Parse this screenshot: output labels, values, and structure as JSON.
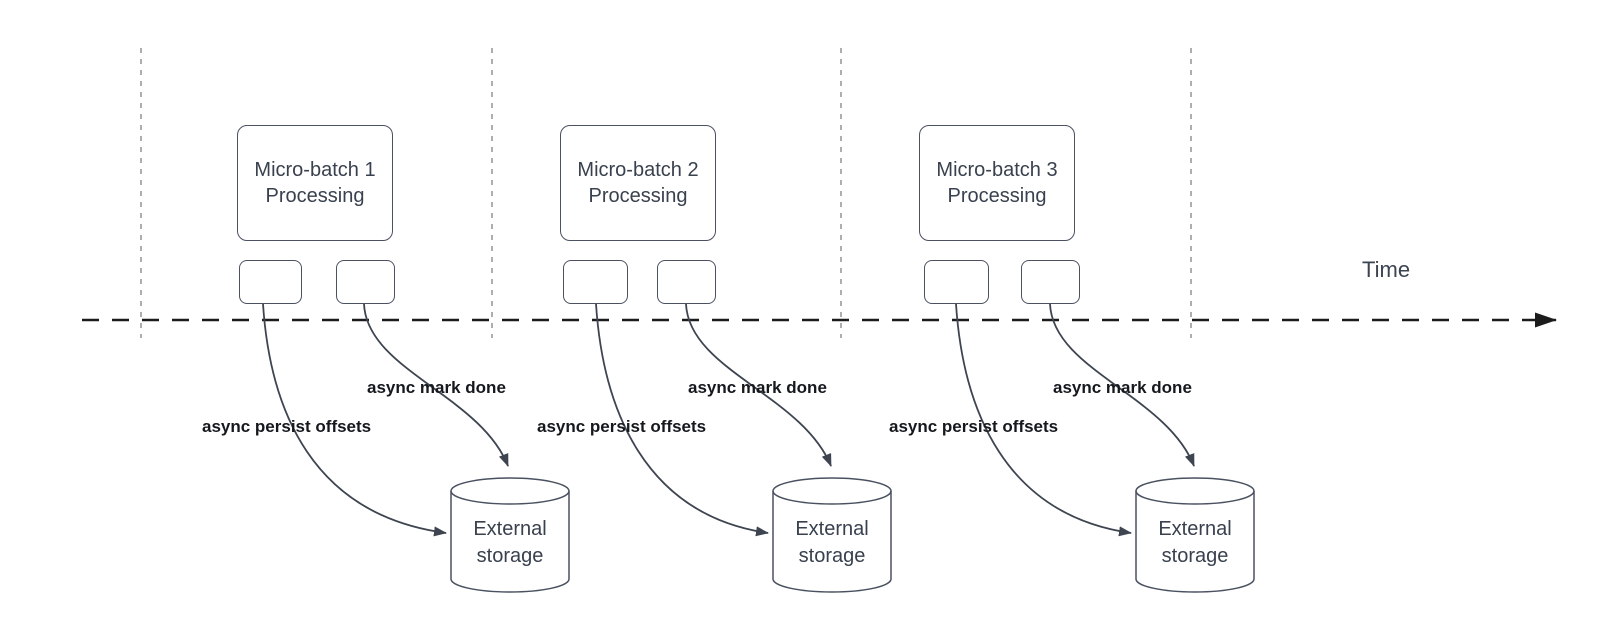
{
  "time_axis_label": "Time",
  "sections": [
    {
      "box_label": "Micro-batch 1\nProcessing",
      "persist_label": "async persist offsets",
      "mark_done_label": "async mark done",
      "storage_label": "External\nstorage"
    },
    {
      "box_label": "Micro-batch 2\nProcessing",
      "persist_label": "async persist offsets",
      "mark_done_label": "async mark done",
      "storage_label": "External\nstorage"
    },
    {
      "box_label": "Micro-batch 3\nProcessing",
      "persist_label": "async persist offsets",
      "mark_done_label": "async mark done",
      "storage_label": "External\nstorage"
    }
  ],
  "colors": {
    "background": "#ffffff",
    "shape_stroke": "#4a5160",
    "connector_stroke": "#3e4551",
    "box_text": "#39414e",
    "annotation_text": "#15181d",
    "timeline_stroke": "#1c1c1c",
    "guide_stroke": "#a6a6a6"
  }
}
